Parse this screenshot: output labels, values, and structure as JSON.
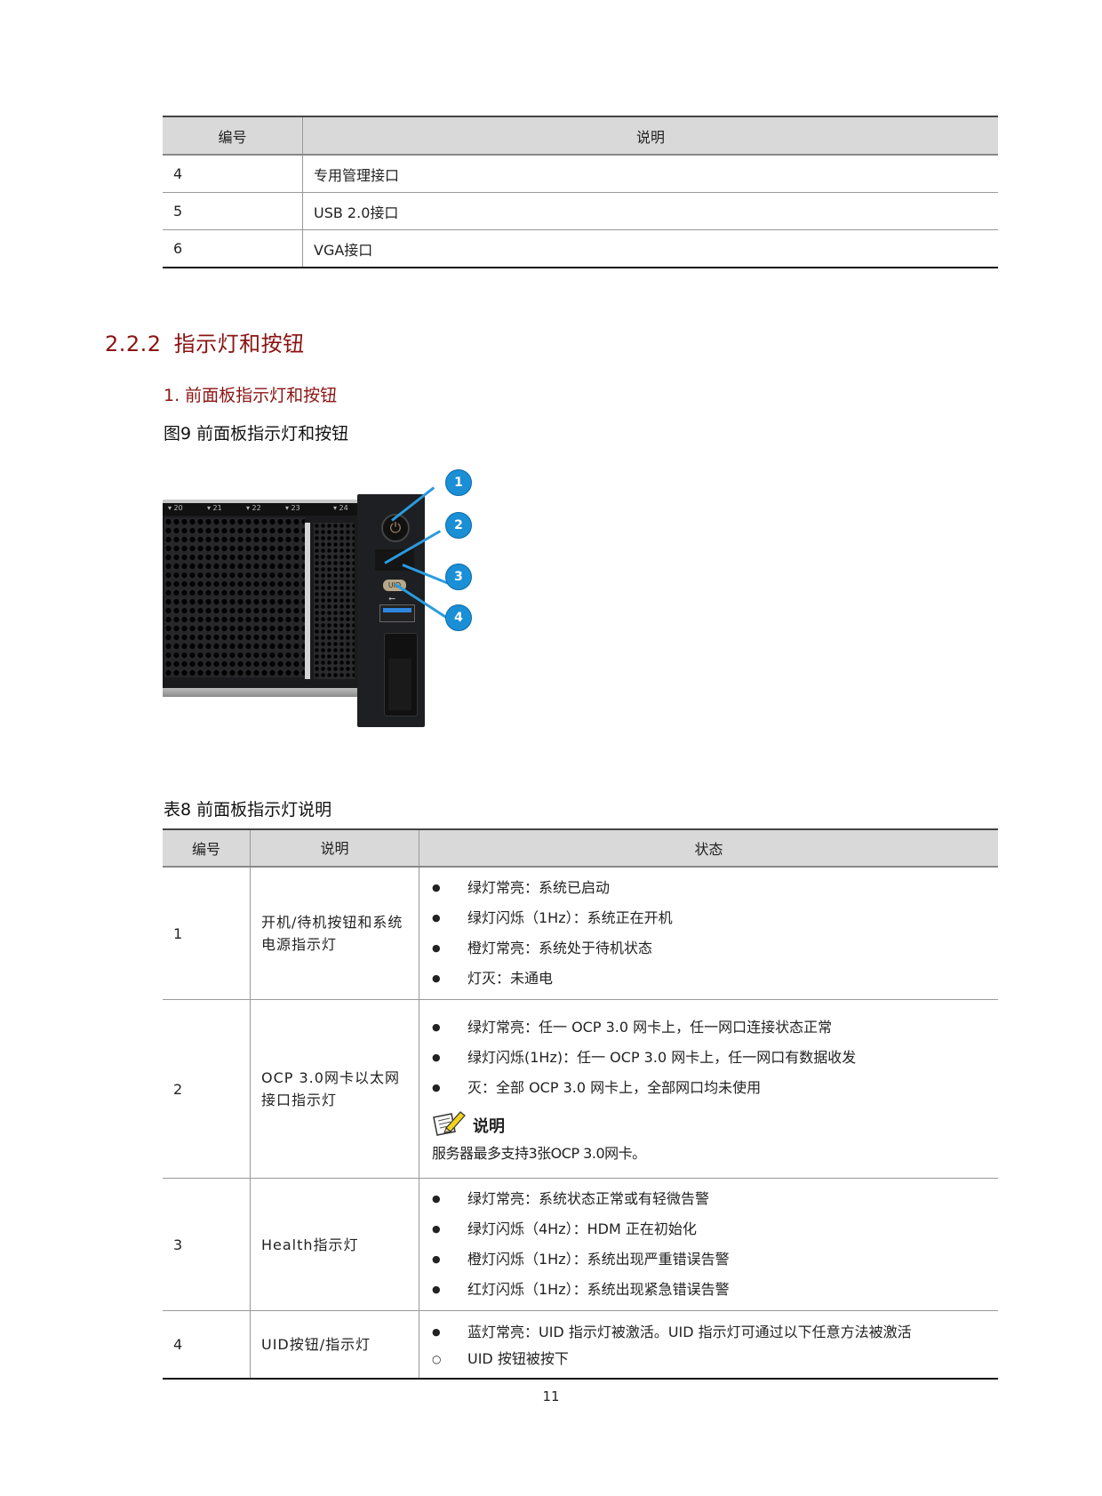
{
  "table_top": {
    "headers": [
      "编号",
      "说明"
    ],
    "rows": [
      {
        "no": "4",
        "desc": "专用管理接口"
      },
      {
        "no": "5",
        "desc": "USB 2.0接口"
      },
      {
        "no": "6",
        "desc": "VGA接口"
      }
    ]
  },
  "section": {
    "number": "2.2.2",
    "title": "指示灯和按钮",
    "subsection": "1. 前面板指示灯和按钮"
  },
  "figure": {
    "caption": "图9 前面板指示灯和按钮",
    "bay_labels": [
      "▾ 20",
      "▾ 21",
      "▾ 22",
      "▾ 23",
      "▾ 24"
    ],
    "uid_label": "UID",
    "callouts": [
      "1",
      "2",
      "3",
      "4"
    ],
    "callout_color": "#1a8fd6"
  },
  "table_main": {
    "caption": "表8 前面板指示灯说明",
    "headers": [
      "编号",
      "说明",
      "状态"
    ],
    "rows": [
      {
        "no": "1",
        "desc": "开机/待机按钮和系统电源指示灯",
        "states": [
          "绿灯常亮：系统已启动",
          "绿灯闪烁（1Hz）：系统正在开机",
          "橙灯常亮：系统处于待机状态",
          "灯灭：未通电"
        ]
      },
      {
        "no": "2",
        "desc": "OCP 3.0网卡以太网接口指示灯",
        "states": [
          "绿灯常亮：任一 OCP 3.0 网卡上，任一网口连接状态正常",
          "绿灯闪烁(1Hz)：任一 OCP 3.0 网卡上，任一网口有数据收发",
          "灭：全部 OCP 3.0 网卡上，全部网口均未使用"
        ],
        "note_title": "说明",
        "note_body": "服务器最多支持3张OCP 3.0网卡。"
      },
      {
        "no": "3",
        "desc": "Health指示灯",
        "states": [
          "绿灯常亮：系统状态正常或有轻微告警",
          "绿灯闪烁（4Hz）：HDM 正在初始化",
          "橙灯闪烁（1Hz）：系统出现严重错误告警",
          "红灯闪烁（1Hz）：系统出现紧急错误告警"
        ]
      },
      {
        "no": "4",
        "desc": "UID按钮/指示灯",
        "states": [
          "蓝灯常亮：UID 指示灯被激活。UID 指示灯可通过以下任意方法被激活"
        ],
        "sub_states": [
          "UID 按钮被按下"
        ]
      }
    ]
  },
  "page_number": "11"
}
